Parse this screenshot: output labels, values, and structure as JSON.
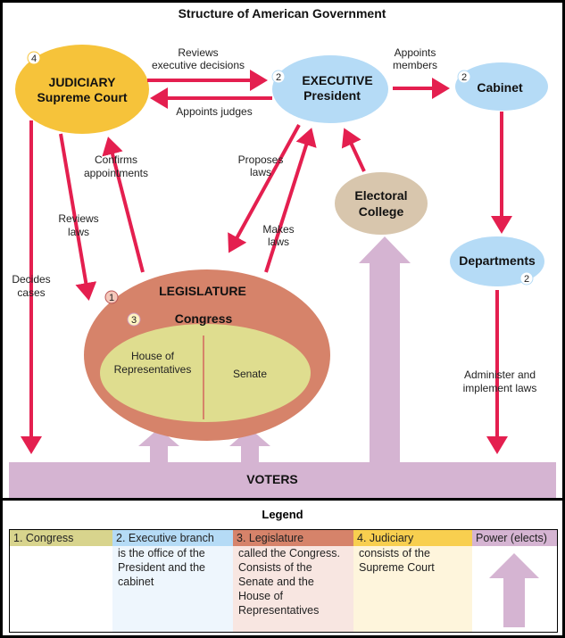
{
  "title": "Structure of American Government",
  "colors": {
    "arrow": "#e41f4f",
    "judiciary": "#f6c33a",
    "executive": "#b5dbf6",
    "electoral": "#d8c6ad",
    "legislature_outer": "#d6836a",
    "legislature_inner": "#dfdd8f",
    "voters": "#d5b4d2"
  },
  "nodes": {
    "judiciary": {
      "line1": "JUDICIARY",
      "line2": "Supreme Court",
      "badge": "4"
    },
    "executive": {
      "line1": "EXECUTIVE",
      "line2": "President",
      "badge": "2"
    },
    "cabinet": {
      "label": "Cabinet",
      "badge": "2"
    },
    "electoral": {
      "line1": "Electoral",
      "line2": "College"
    },
    "departments": {
      "label": "Departments",
      "badge": "2"
    },
    "legislature": {
      "label": "LEGISLATURE",
      "badge": "1"
    },
    "congress": {
      "label": "Congress",
      "badge": "3",
      "house1": "House of",
      "house2": "Representatives",
      "senate": "Senate"
    },
    "voters": {
      "label": "VOTERS"
    }
  },
  "arrows": {
    "reviews_exec": [
      "Reviews",
      "executive decisions"
    ],
    "appoints_judges": "Appoints judges",
    "appoints_members": [
      "Appoints",
      "members"
    ],
    "administer": [
      "Administer and",
      "implement laws"
    ],
    "decides_cases": [
      "Decides",
      "cases"
    ],
    "reviews_laws": [
      "Reviews",
      "laws"
    ],
    "confirms": [
      "Confirms",
      "appointments"
    ],
    "proposes": [
      "Proposes",
      "laws"
    ],
    "makes": [
      "Makes",
      "laws"
    ]
  },
  "legend": {
    "title": "Legend",
    "items": [
      {
        "header": "1. Congress",
        "body": "",
        "color": "#d8d48d",
        "bg": "#ffffff"
      },
      {
        "header": "2. Executive branch",
        "body": "is the office of the President and the cabinet",
        "color": "#b5dbf6",
        "bg": "#eef6fd"
      },
      {
        "header": "3. Legislature",
        "body": "called the Congress. Consists of the Senate and the House of Representatives",
        "color": "#d6836a",
        "bg": "#f8e6e1"
      },
      {
        "header": "4. Judiciary",
        "body": "consists of the Supreme Court",
        "color": "#f8cf4f",
        "bg": "#fef5dc"
      },
      {
        "header": "Power (elects)",
        "body": "",
        "color": "#d5b4d2",
        "bg": "#ffffff"
      }
    ]
  }
}
